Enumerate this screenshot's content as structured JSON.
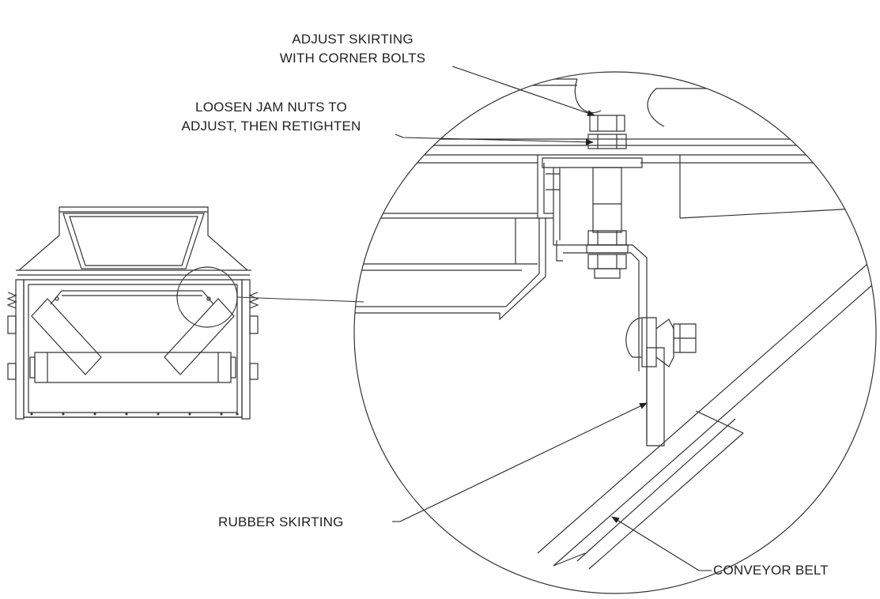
{
  "drawing": {
    "callouts": {
      "corner_bolts": {
        "line1": "ADJUST SKIRTING",
        "line2": "WITH CORNER BOLTS"
      },
      "jam_nuts": {
        "line1": "LOOSEN JAM NUTS TO",
        "line2": "ADJUST, THEN RETIGHTEN"
      },
      "rubber_skirting": "RUBBER SKIRTING",
      "conveyor_belt": "CONVEYOR BELT"
    }
  },
  "colors": {
    "line": "#333333",
    "background": "#ffffff",
    "text": "#222222"
  }
}
